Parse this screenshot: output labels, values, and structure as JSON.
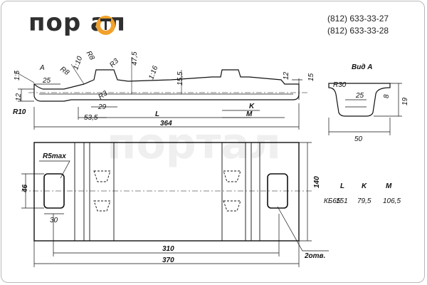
{
  "logo": {
    "text": "пор  ал",
    "brand_color": "#f1a12a",
    "dark_color": "#2f2f2f"
  },
  "phones": [
    "(812) 633-33-27",
    "(812) 633-33-28"
  ],
  "watermark": "портал",
  "view_a": {
    "title": "Вид А",
    "r": "R30",
    "w_top": "25",
    "h1": "8",
    "h2": "19",
    "w_bottom": "50"
  },
  "profile": {
    "labels": {
      "d15": "1:5",
      "A": "A",
      "d25": "25",
      "R8a": "R8",
      "d110": "1:10",
      "R8b": "R8",
      "R3a": "R3",
      "d475": "47,5",
      "d116": "1:16",
      "R3b": "R3",
      "d155": "15,5",
      "d12a": "12",
      "R10": "R10",
      "d29": "29",
      "d535": "53,5",
      "L": "L",
      "K": "K",
      "M": "M",
      "d12b": "12",
      "d15b": "15",
      "d364": "364"
    }
  },
  "plan": {
    "labels": {
      "r5max": "R5max",
      "d46": "46",
      "d30": "30",
      "d140": "140",
      "d310": "310",
      "d370": "370",
      "holes": "2отв."
    }
  },
  "table": {
    "headers": [
      "L",
      "K",
      "M"
    ],
    "rows": [
      {
        "name": "КБ65",
        "values": [
          "151",
          "79,5",
          "106,5"
        ]
      }
    ]
  }
}
